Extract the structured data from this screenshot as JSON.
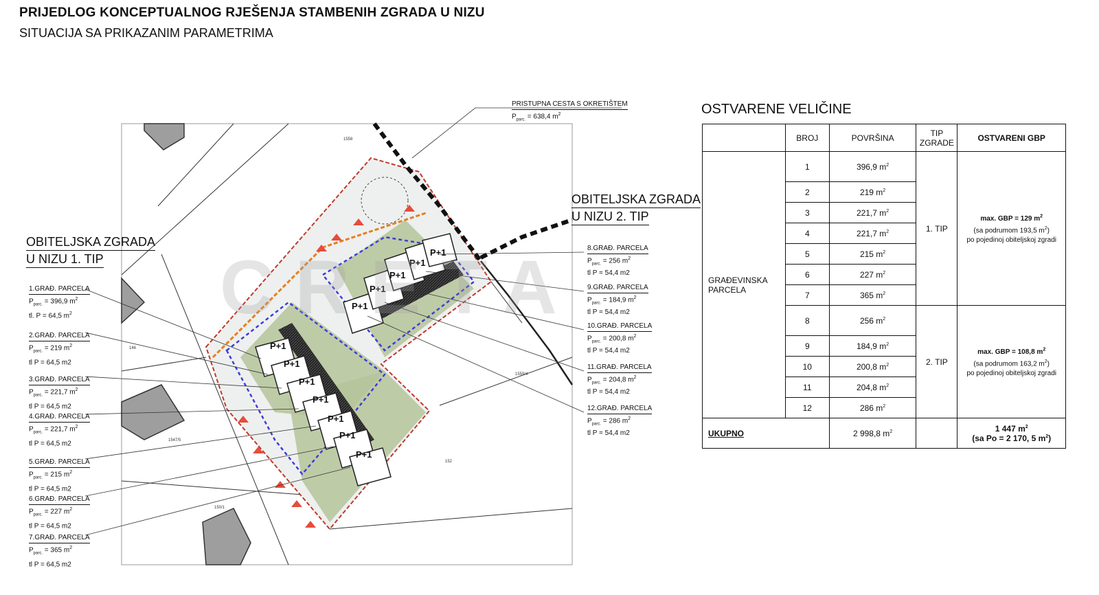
{
  "header": {
    "title": "PRIJEDLOG KONCEPTUALNOG RJEŠENJA STAMBENIH ZGRADA U NIZU",
    "subtitle": "SITUACIJA SA PRIKAZANIM PARAMETRIMA"
  },
  "road": {
    "label": "PRISTUPNA CESTA S OKRETIŠTEM",
    "p": "P",
    "sub": "parc.",
    "value": " = 638,4 m",
    "sup": "2"
  },
  "type1": {
    "l1": "OBITELJSKA ZGRADA",
    "l2": "U NIZU 1. TIP"
  },
  "type2": {
    "l1": "OBITELJSKA ZGRADA",
    "l2": "U NIZU 2. TIP"
  },
  "parcels_left": [
    {
      "name": "1.GRAĐ. PARCELA",
      "p": "P",
      "sub": "parc.",
      "area": " = 396,9 m",
      "sup": "2",
      "tl": "tl. P = 64,5 m",
      "tlsup": "2"
    },
    {
      "name": "2.GRAĐ. PARCELA",
      "p": "P",
      "sub": "parc.",
      "area": " = 219 m",
      "sup": "2",
      "tl": "tl P = 64,5 m2",
      "tlsup": ""
    },
    {
      "name": "3.GRAĐ. PARCELA",
      "p": "P",
      "sub": "parc.",
      "area": " = 221,7 m",
      "sup": "2",
      "tl": "tl P = 64,5 m2",
      "tlsup": ""
    },
    {
      "name": "4.GRAĐ. PARCELA",
      "p": "P",
      "sub": "parc.",
      "area": " = 221,7 m",
      "sup": "2",
      "tl": "tl P = 64,5 m2",
      "tlsup": ""
    },
    {
      "name": "5.GRAĐ. PARCELA",
      "p": "P",
      "sub": "parc.",
      "area": " = 215 m",
      "sup": "2",
      "tl": "tl P = 64,5 m2",
      "tlsup": ""
    },
    {
      "name": "6.GRAĐ. PARCELA",
      "p": "P",
      "sub": "parc.",
      "area": " = 227 m",
      "sup": "2",
      "tl": "tl P = 64,5 m2",
      "tlsup": ""
    },
    {
      "name": "7.GRAĐ. PARCELA",
      "p": "P",
      "sub": "parc.",
      "area": " = 365 m",
      "sup": "2",
      "tl": "tl P = 64,5 m2",
      "tlsup": ""
    }
  ],
  "parcels_right": [
    {
      "name": "8.GRAĐ. PARCELA",
      "p": "P",
      "sub": "parc.",
      "area": " = 256 m",
      "sup": "2",
      "tl": "tl P = 54,4 m2"
    },
    {
      "name": "9.GRAĐ. PARCELA",
      "p": "P",
      "sub": "parc.",
      "area": " = 184,9 m",
      "sup": "2",
      "tl": "tl P = 54,4 m2"
    },
    {
      "name": "10.GRAĐ. PARCELA",
      "p": "P",
      "sub": "parc.",
      "area": " = 200,8 m",
      "sup": "2",
      "tl": "tl P = 54,4 m2"
    },
    {
      "name": "11.GRAĐ. PARCELA",
      "p": "P",
      "sub": "parc.",
      "area": " = 204,8 m",
      "sup": "2",
      "tl": "tl P = 54,4 m2"
    },
    {
      "name": "12.GRAĐ. PARCELA",
      "p": "P",
      "sub": "parc.",
      "area": " = 286 m",
      "sup": "2",
      "tl": "tl P = 54,4 m2"
    }
  ],
  "plot_numbers": [
    "1558",
    "146",
    "1559/4",
    "1547/5",
    "150/1",
    "152"
  ],
  "building_label": "P+1",
  "watermark": "CRETA",
  "table": {
    "title": "OSTVARENE VELIČINE",
    "h_broj": "BROJ",
    "h_povrsina": "POVRŠINA",
    "h_tip1": "TIP",
    "h_tip2": "ZGRADE",
    "h_gbp": "OSTVARENI GBP",
    "group_l1": "GRAĐEVINSKA",
    "group_l2": "PARCELA",
    "rows": [
      {
        "n": "1",
        "a": "396,9 m",
        "s": "2"
      },
      {
        "n": "2",
        "a": "219 m",
        "s": "2"
      },
      {
        "n": "3",
        "a": "221,7 m",
        "s": "2"
      },
      {
        "n": "4",
        "a": "221,7 m",
        "s": "2"
      },
      {
        "n": "5",
        "a": "215 m",
        "s": "2"
      },
      {
        "n": "6",
        "a": "227 m",
        "s": "2"
      },
      {
        "n": "7",
        "a": "365 m",
        "s": "2"
      },
      {
        "n": "8",
        "a": "256 m",
        "s": "2"
      },
      {
        "n": "9",
        "a": "184,9 m",
        "s": "2"
      },
      {
        "n": "10",
        "a": "200,8 m",
        "s": "2"
      },
      {
        "n": "11",
        "a": "204,8 m",
        "s": "2"
      },
      {
        "n": "12",
        "a": "286 m",
        "s": "2"
      }
    ],
    "tip1": "1. TIP",
    "tip2": "2. TIP",
    "gbp1": {
      "max": "max. GBP = 129 m",
      "sup": "2",
      "pod": "(sa podrumom 193,5 m",
      "podsup": "2",
      "podend": ")",
      "per": "po pojedinoj obiteljskoj zgradi"
    },
    "gbp2": {
      "max": "max. GBP = 108,8 m",
      "sup": "2",
      "pod": "(sa podrumom 163,2 m",
      "podsup": "2",
      "podend": ")",
      "per": "po pojedinoj obiteljskoj zgradi"
    },
    "total_label": "UKUPNO",
    "total_area": "2 998,8 m",
    "total_sup": "2",
    "total_gbp": "1 447 m",
    "total_gbp_sup": "2",
    "total_po": "(sa Po = 2 170, 5 m",
    "total_po_sup": "2",
    "total_po_end": ")"
  }
}
